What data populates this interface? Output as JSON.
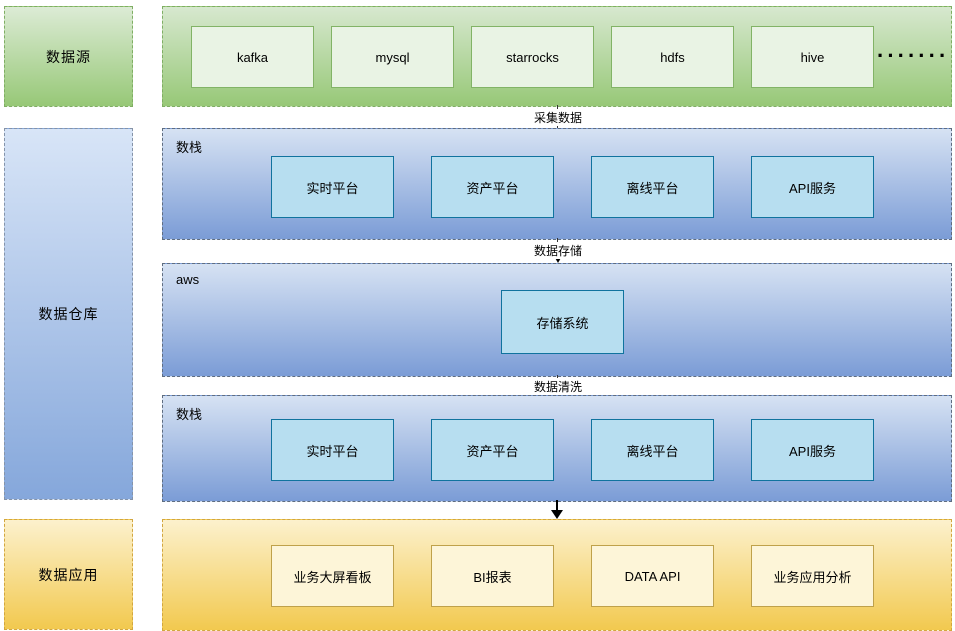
{
  "left_column": {
    "source_label": "数据源",
    "warehouse_label": "数据仓库",
    "application_label": "数据应用"
  },
  "sources_band": {
    "items": [
      "kafka",
      "mysql",
      "starrocks",
      "hdfs",
      "hive"
    ],
    "more_dots": "·······"
  },
  "connectors": {
    "collect_label": "采集数据",
    "store_label": "数据存储",
    "clean_label": "数据清洗"
  },
  "stack_band_top": {
    "title": "数栈",
    "items": [
      "实时平台",
      "资产平台",
      "离线平台",
      "API服务"
    ]
  },
  "aws_band": {
    "title": "aws",
    "items": [
      "存储系统"
    ]
  },
  "stack_band_bottom": {
    "title": "数栈",
    "items": [
      "实时平台",
      "资产平台",
      "离线平台",
      "API服务"
    ]
  },
  "application_band": {
    "items": [
      "业务大屏看板",
      "BI报表",
      "DATA API",
      "业务应用分析"
    ]
  },
  "colors": {
    "source_green": "#97c877",
    "warehouse_blue": "#7b9cd6",
    "application_yellow": "#f2c94f",
    "node_green_fill": "#e9f3e4",
    "node_green_border": "#82b366",
    "node_blue_fill": "#b7def0",
    "node_blue_border": "#10739e",
    "node_yellow_fill": "#fdf5d8",
    "node_yellow_border": "#bfa14a"
  }
}
